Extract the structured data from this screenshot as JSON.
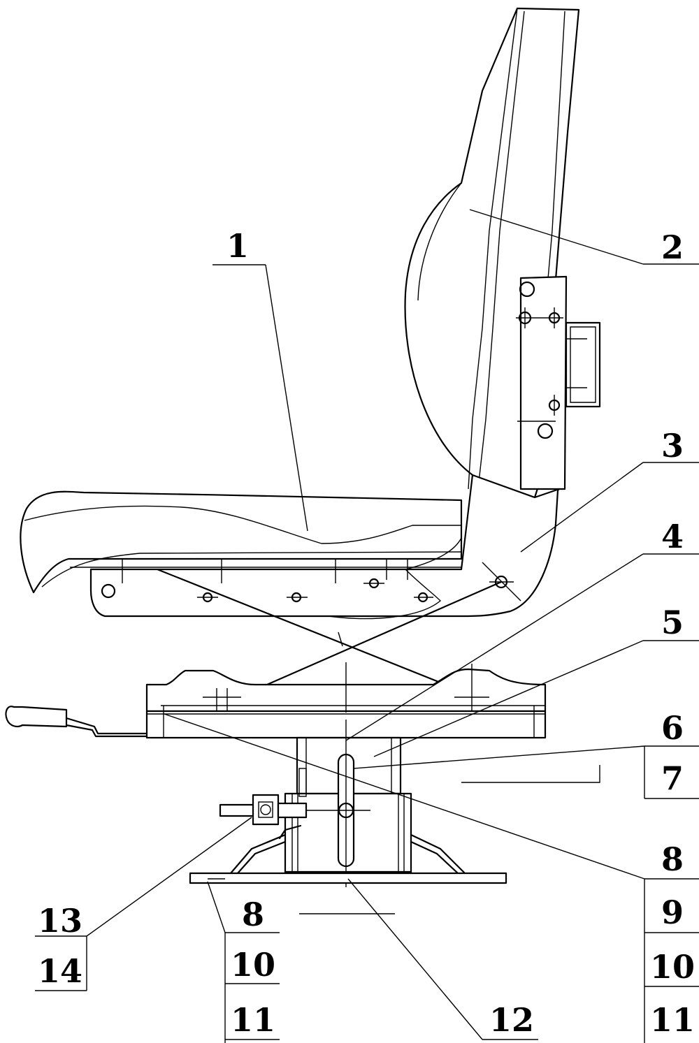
{
  "callouts": {
    "c1": "1",
    "c2": "2",
    "c3": "3",
    "c4": "4",
    "c5": "5",
    "c6": "6",
    "c7": "7",
    "c8a": "8",
    "c9": "9",
    "c10a": "10",
    "c11a": "11",
    "c8b": "8",
    "c10b": "10",
    "c11b": "11",
    "c12": "12",
    "c13": "13",
    "c14": "14"
  },
  "colors": {
    "line": "#000000",
    "background": "#ffffff"
  }
}
